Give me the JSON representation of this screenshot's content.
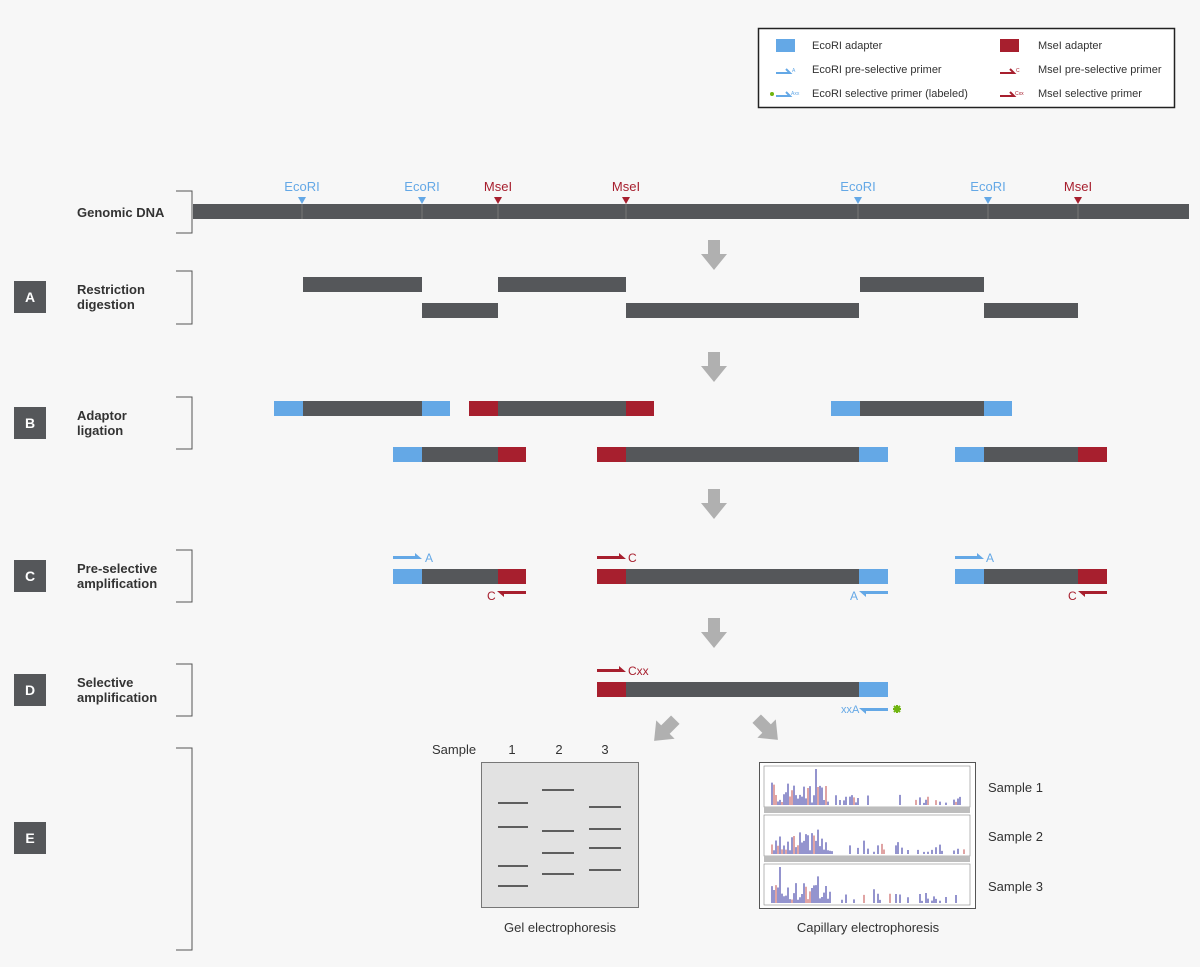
{
  "colors": {
    "dna": "#55575a",
    "ecori": "#64a8e6",
    "msei": "#a71f2e",
    "arrow": "#b0b0b0",
    "step_box": "#55575a",
    "star": "#6fb40f",
    "bracket": "#555555",
    "gel_bg": "#e2e2e2",
    "peak_blue": "#2a2a9e",
    "peak_red": "#c04a4a"
  },
  "legend": {
    "ecori_adapter": "EcoRI adapter",
    "ecori_preselective": "EcoRI pre-selective primer",
    "ecori_selective": "EcoRI selective primer (labeled)",
    "msei_adapter": "MseI adapter",
    "msei_preselective": "MseI pre-selective primer",
    "msei_selective": "MseI selective primer",
    "icon_a": "A",
    "icon_axx": "Axx",
    "icon_c": "C",
    "icon_cxx": "Cxx"
  },
  "genomic": {
    "label": "Genomic DNA",
    "sites": [
      {
        "name": "EcoRI",
        "enzyme": "ecori"
      },
      {
        "name": "EcoRI",
        "enzyme": "ecori"
      },
      {
        "name": "MseI",
        "enzyme": "msei"
      },
      {
        "name": "MseI",
        "enzyme": "msei"
      },
      {
        "name": "EcoRI",
        "enzyme": "ecori"
      },
      {
        "name": "EcoRI",
        "enzyme": "ecori"
      },
      {
        "name": "MseI",
        "enzyme": "msei"
      }
    ]
  },
  "steps": {
    "a": {
      "letter": "A",
      "line1": "Restriction",
      "line2": "digestion"
    },
    "b": {
      "letter": "B",
      "line1": "Adaptor",
      "line2": "ligation"
    },
    "c": {
      "letter": "C",
      "line1": "Pre-selective",
      "line2": "amplification"
    },
    "d": {
      "letter": "D",
      "line1": "Selective",
      "line2": "amplification"
    },
    "e": {
      "letter": "E"
    }
  },
  "primers": {
    "a": "A",
    "c": "C",
    "cxx": "Cxx",
    "xxa": "xxA"
  },
  "gel": {
    "sample_label": "Sample",
    "lanes": [
      "1",
      "2",
      "3"
    ],
    "caption": "Gel electrophoresis"
  },
  "capillary": {
    "samples": [
      "Sample 1",
      "Sample 2",
      "Sample 3"
    ],
    "caption": "Capillary electrophoresis"
  }
}
